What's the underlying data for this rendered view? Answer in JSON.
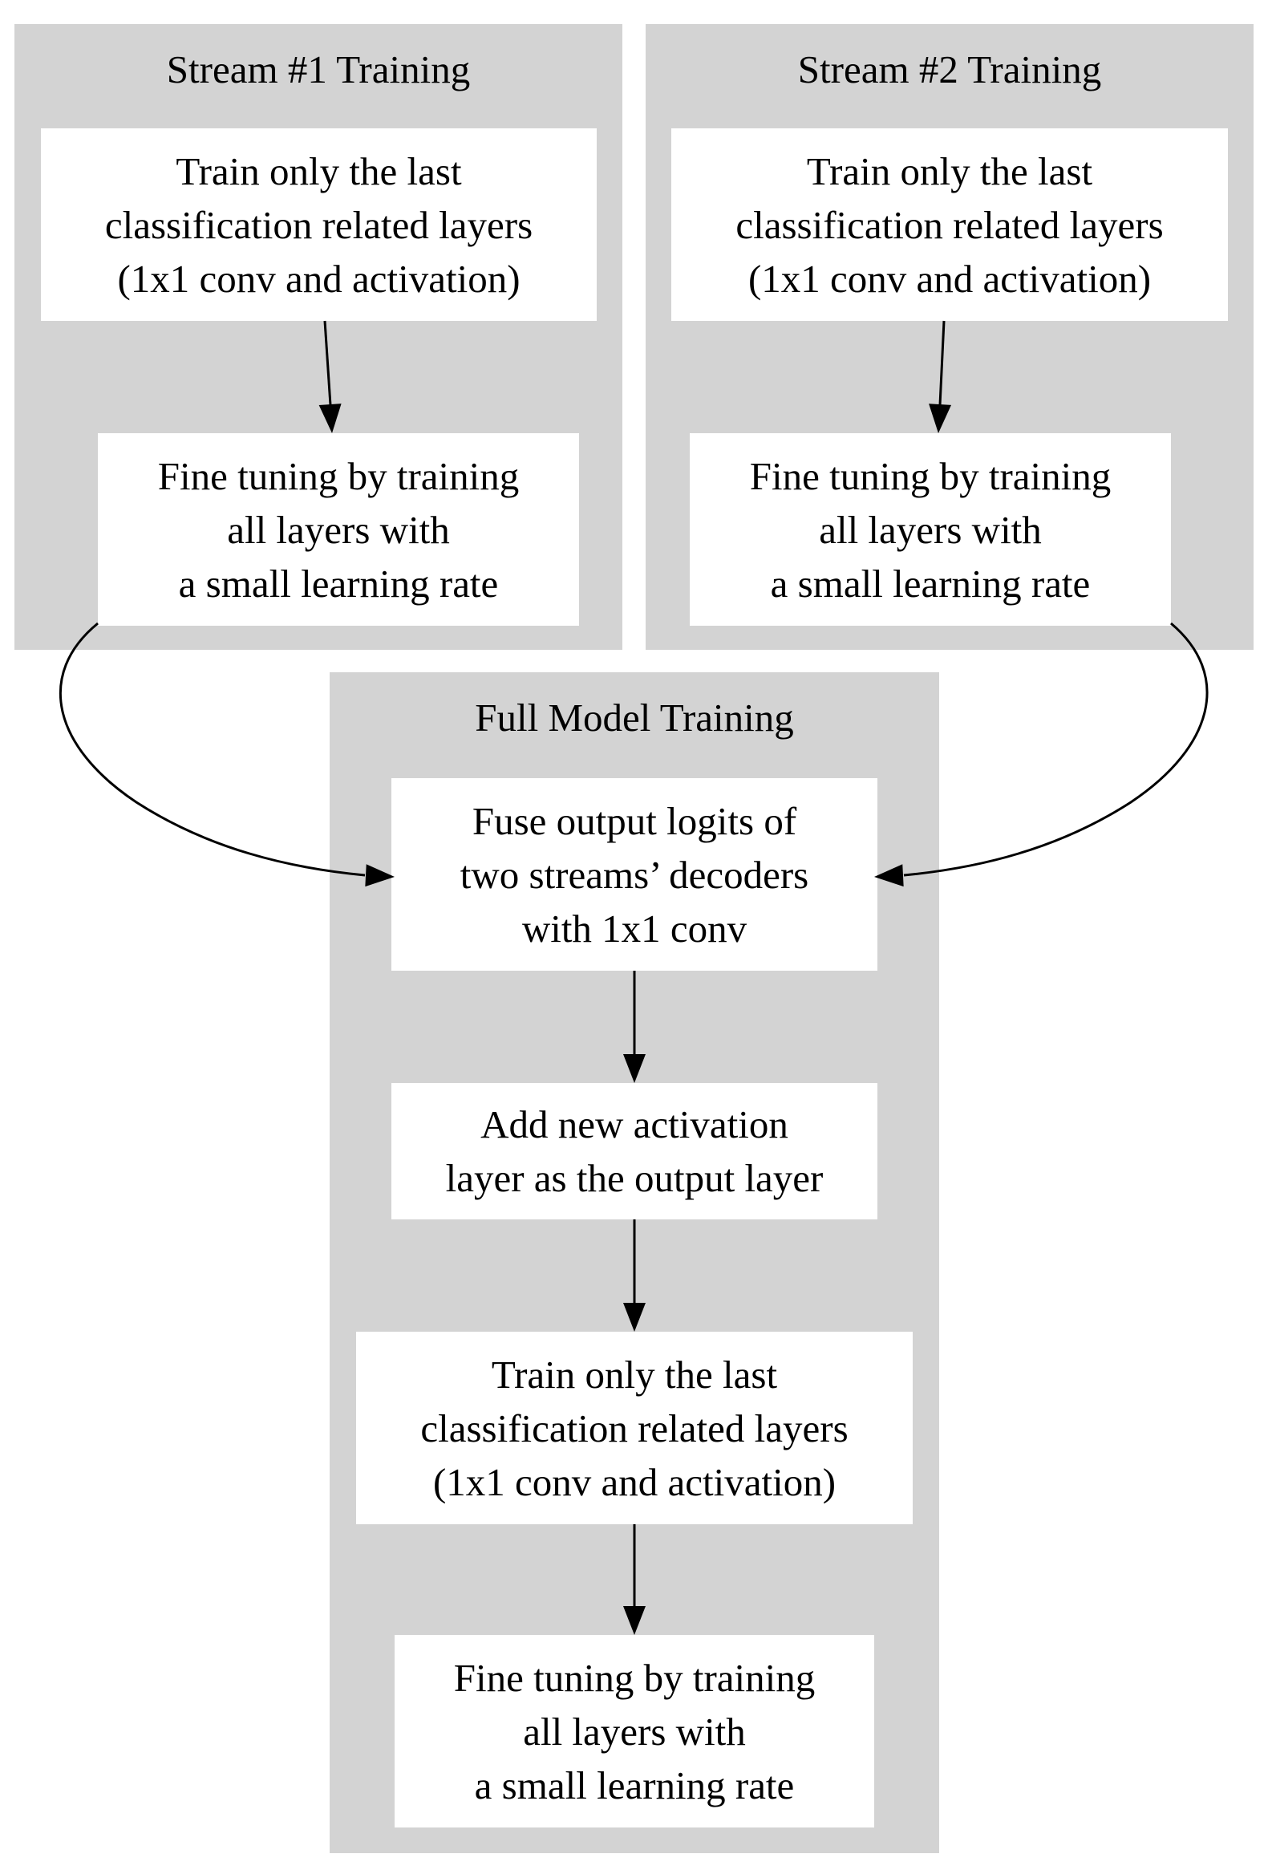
{
  "clusters": {
    "stream1": {
      "title": "Stream #1 Training",
      "nodes": {
        "train_last": "Train only the last\nclassification related layers\n(1x1 conv and activation)",
        "fine_tune": "Fine tuning by training\nall layers with\na small learning rate"
      }
    },
    "stream2": {
      "title": "Stream #2 Training",
      "nodes": {
        "train_last": "Train only the last\nclassification related layers\n(1x1 conv and activation)",
        "fine_tune": "Fine tuning by training\nall layers with\na small learning rate"
      }
    },
    "full": {
      "title": "Full Model Training",
      "nodes": {
        "fuse": "Fuse output logits of\ntwo streams’ decoders\nwith 1x1 conv",
        "add_activation": "Add new activation\nlayer as the output layer",
        "train_last": "Train only the last\nclassification related layers\n(1x1 conv and activation)",
        "fine_tune": "Fine tuning by training\nall layers with\na small learning rate"
      }
    }
  },
  "edges": [
    {
      "from": "stream1.train_last",
      "to": "stream1.fine_tune"
    },
    {
      "from": "stream2.train_last",
      "to": "stream2.fine_tune"
    },
    {
      "from": "stream1.fine_tune",
      "to": "full.fuse"
    },
    {
      "from": "stream2.fine_tune",
      "to": "full.fuse"
    },
    {
      "from": "full.fuse",
      "to": "full.add_activation"
    },
    {
      "from": "full.add_activation",
      "to": "full.train_last"
    },
    {
      "from": "full.train_last",
      "to": "full.fine_tune"
    }
  ],
  "colors": {
    "cluster_fill": "#d3d3d3",
    "node_fill": "#ffffff",
    "edge": "#000000"
  }
}
